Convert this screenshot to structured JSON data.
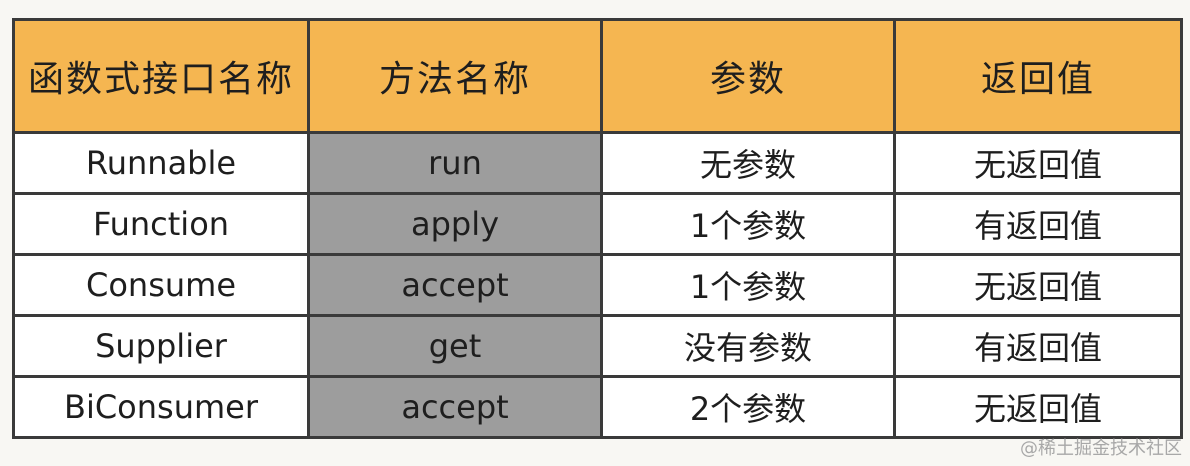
{
  "table": {
    "headers": [
      "函数式接口名称",
      "方法名称",
      "参数",
      "返回值"
    ],
    "rows": [
      {
        "interface": "Runnable",
        "method": "run",
        "params": "无参数",
        "returns": "无返回值"
      },
      {
        "interface": "Function",
        "method": "apply",
        "params": "1个参数",
        "returns": "有返回值"
      },
      {
        "interface": "Consume",
        "method": "accept",
        "params": "1个参数",
        "returns": "无返回值"
      },
      {
        "interface": "Supplier",
        "method": "get",
        "params": "没有参数",
        "returns": "有返回值"
      },
      {
        "interface": "BiConsumer",
        "method": "accept",
        "params": "2个参数",
        "returns": "无返回值"
      }
    ],
    "colors": {
      "header_background": "#f5b651",
      "method_column_background": "#9d9d9d",
      "cell_background": "#ffffff",
      "border": "#3a3a3a"
    }
  },
  "watermark": "@稀土掘金技术社区"
}
